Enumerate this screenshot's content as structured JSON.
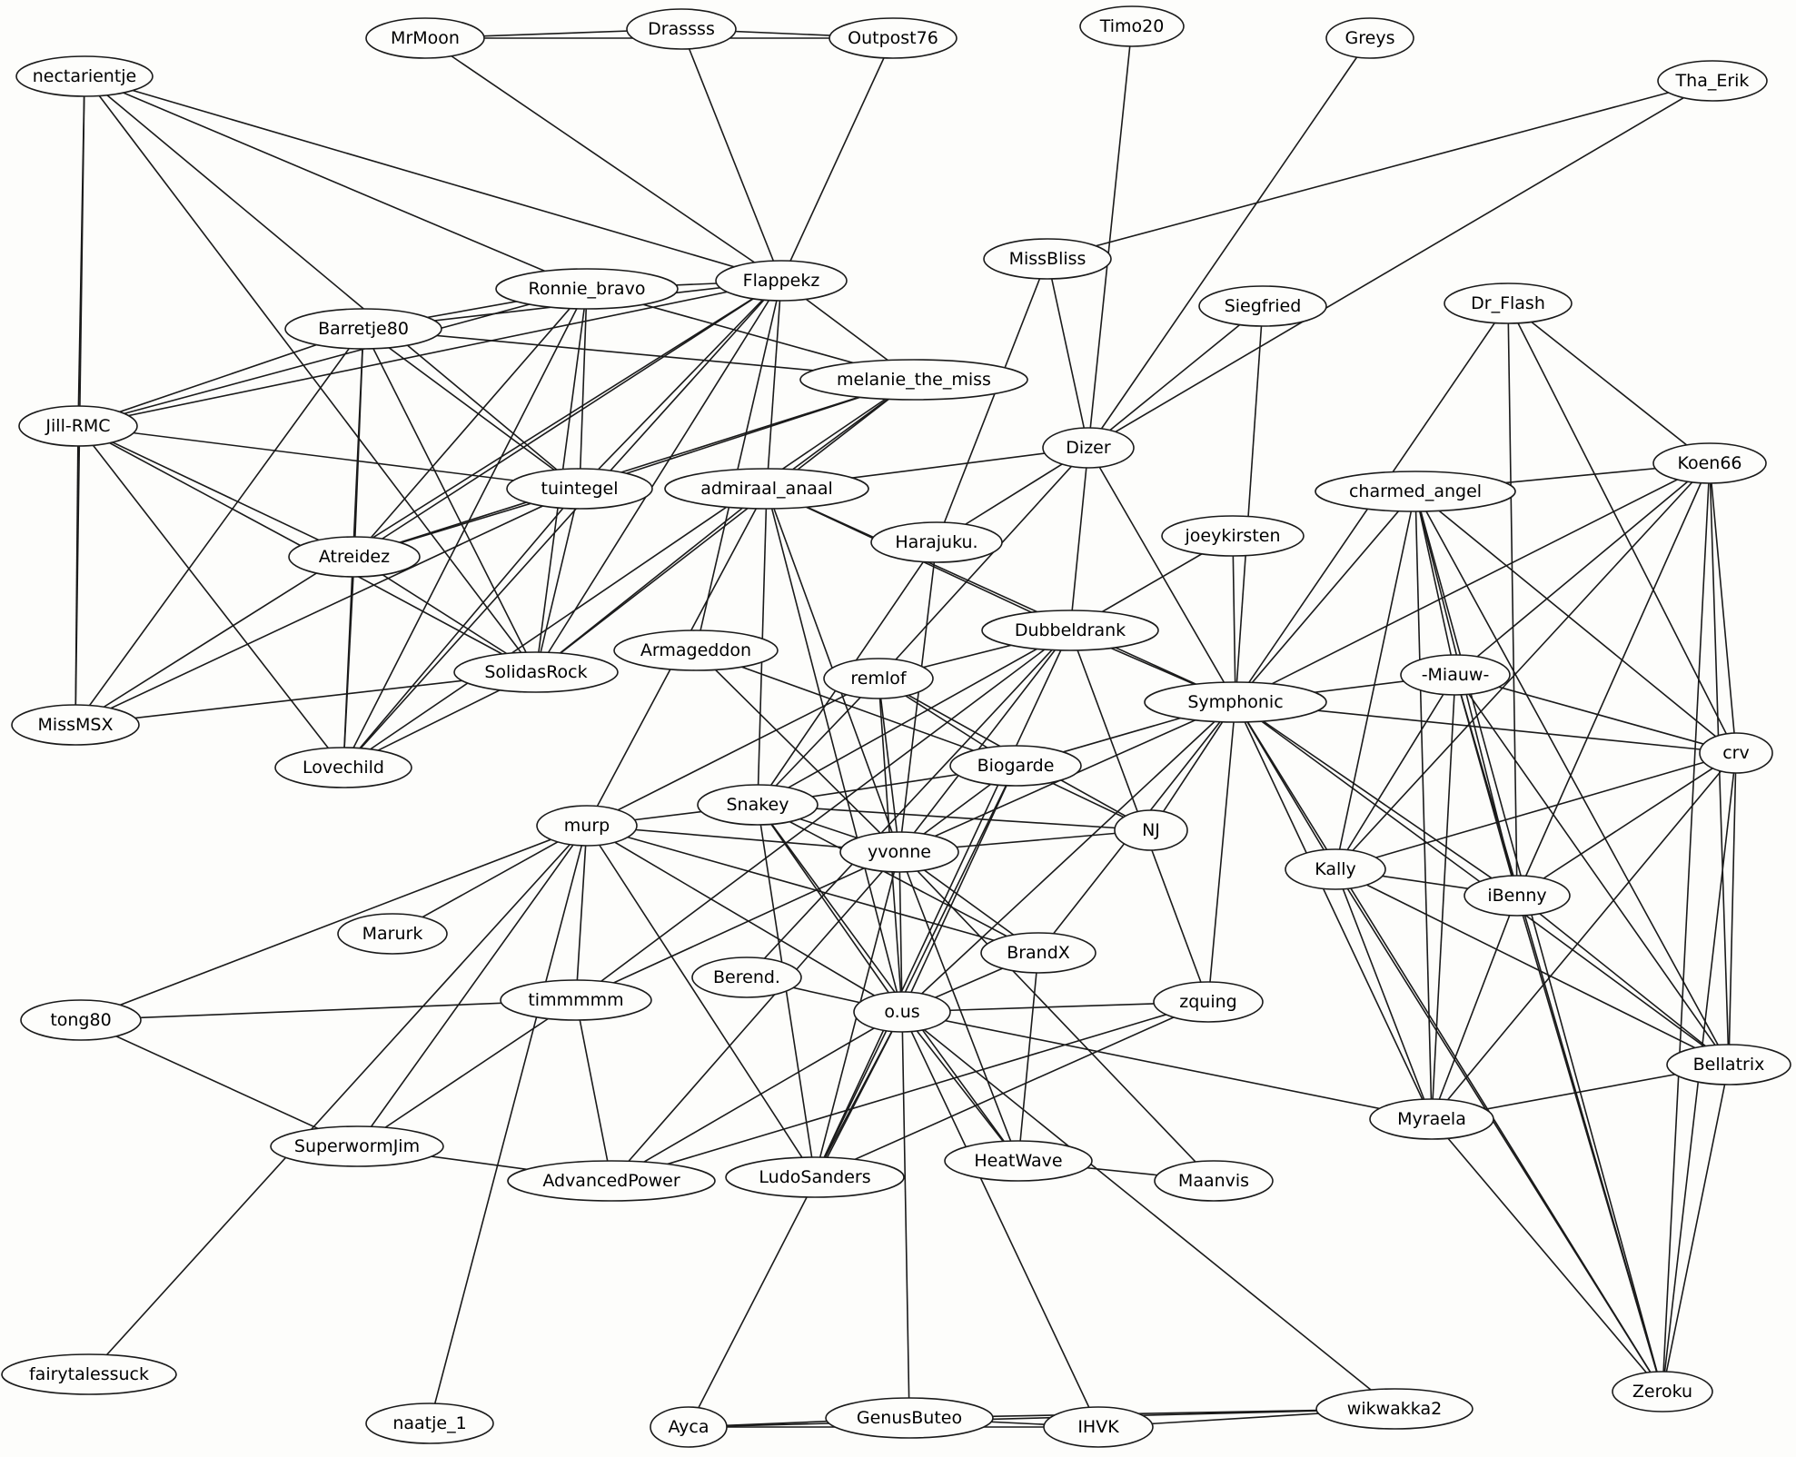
{
  "graph": {
    "type": "undirected-network",
    "nodes": [
      {
        "id": "nectarientje",
        "label": "nectarientje"
      },
      {
        "id": "MrMoon",
        "label": "MrMoon"
      },
      {
        "id": "Drassss",
        "label": "Drassss"
      },
      {
        "id": "Outpost76",
        "label": "Outpost76"
      },
      {
        "id": "Timo20",
        "label": "Timo20"
      },
      {
        "id": "Greys",
        "label": "Greys"
      },
      {
        "id": "Tha_Erik",
        "label": "Tha_Erik"
      },
      {
        "id": "MissBliss",
        "label": "MissBliss"
      },
      {
        "id": "Siegfried",
        "label": "Siegfried"
      },
      {
        "id": "Dr_Flash",
        "label": "Dr_Flash"
      },
      {
        "id": "Ronnie_bravo",
        "label": "Ronnie_bravo"
      },
      {
        "id": "Flappekz",
        "label": "Flappekz"
      },
      {
        "id": "Barretje80",
        "label": "Barretje80"
      },
      {
        "id": "melanie_the_miss",
        "label": "melanie_the_miss"
      },
      {
        "id": "Jill-RMC",
        "label": "Jill-RMC"
      },
      {
        "id": "Dizer",
        "label": "Dizer"
      },
      {
        "id": "Koen66",
        "label": "Koen66"
      },
      {
        "id": "tuintegel",
        "label": "tuintegel"
      },
      {
        "id": "admiraal_anaal",
        "label": "admiraal_anaal"
      },
      {
        "id": "charmed_angel",
        "label": "charmed_angel"
      },
      {
        "id": "Harajuku.",
        "label": "Harajuku."
      },
      {
        "id": "joeykirsten",
        "label": "joeykirsten"
      },
      {
        "id": "Atreidez",
        "label": "Atreidez"
      },
      {
        "id": "Dubbeldrank",
        "label": "Dubbeldrank"
      },
      {
        "id": "Armageddon",
        "label": "Armageddon"
      },
      {
        "id": "SolidasRock",
        "label": "SolidasRock"
      },
      {
        "id": "remlof",
        "label": "remlof"
      },
      {
        "id": "-Miauw-",
        "label": "-Miauw-"
      },
      {
        "id": "Symphonic",
        "label": "Symphonic"
      },
      {
        "id": "MissMSX",
        "label": "MissMSX"
      },
      {
        "id": "crv",
        "label": "crv"
      },
      {
        "id": "Lovechild",
        "label": "Lovechild"
      },
      {
        "id": "Biogarde",
        "label": "Biogarde"
      },
      {
        "id": "Snakey",
        "label": "Snakey"
      },
      {
        "id": "murp",
        "label": "murp"
      },
      {
        "id": "NJ",
        "label": "NJ"
      },
      {
        "id": "yvonne",
        "label": "yvonne"
      },
      {
        "id": "Kally",
        "label": "Kally"
      },
      {
        "id": "iBenny",
        "label": "iBenny"
      },
      {
        "id": "Marurk",
        "label": "Marurk"
      },
      {
        "id": "BrandX",
        "label": "BrandX"
      },
      {
        "id": "Berend.",
        "label": "Berend."
      },
      {
        "id": "timmmmm",
        "label": "timmmmm"
      },
      {
        "id": "zquing",
        "label": "zquing"
      },
      {
        "id": "tong80",
        "label": "tong80"
      },
      {
        "id": "o.us",
        "label": "o.us"
      },
      {
        "id": "Bellatrix",
        "label": "Bellatrix"
      },
      {
        "id": "Myraela",
        "label": "Myraela"
      },
      {
        "id": "SuperwormJim",
        "label": "SuperwormJim"
      },
      {
        "id": "AdvancedPower",
        "label": "AdvancedPower"
      },
      {
        "id": "LudoSanders",
        "label": "LudoSanders"
      },
      {
        "id": "HeatWave",
        "label": "HeatWave"
      },
      {
        "id": "Maanvis",
        "label": "Maanvis"
      },
      {
        "id": "fairytalessuck",
        "label": "fairytalessuck"
      },
      {
        "id": "Zeroku",
        "label": "Zeroku"
      },
      {
        "id": "naatje_1",
        "label": "naatje_1"
      },
      {
        "id": "Ayca",
        "label": "Ayca"
      },
      {
        "id": "GenusButeo",
        "label": "GenusButeo"
      },
      {
        "id": "IHVK",
        "label": "IHVK"
      },
      {
        "id": "wikwakka2",
        "label": "wikwakka2"
      }
    ],
    "edges": [
      [
        "MrMoon",
        "Drassss"
      ],
      [
        "Drassss",
        "Outpost76"
      ],
      [
        "MrMoon",
        "Outpost76"
      ],
      [
        "MrMoon",
        "Flappekz"
      ],
      [
        "Drassss",
        "Flappekz"
      ],
      [
        "Outpost76",
        "Flappekz"
      ],
      [
        "nectarientje",
        "Flappekz"
      ],
      [
        "nectarientje",
        "Ronnie_bravo"
      ],
      [
        "nectarientje",
        "Jill-RMC"
      ],
      [
        "nectarientje",
        "MissMSX"
      ],
      [
        "nectarientje",
        "SolidasRock"
      ],
      [
        "nectarientje",
        "tuintegel"
      ],
      [
        "Timo20",
        "Dizer"
      ],
      [
        "Greys",
        "Dizer"
      ],
      [
        "Tha_Erik",
        "MissBliss"
      ],
      [
        "Tha_Erik",
        "Dizer"
      ],
      [
        "MissBliss",
        "Dizer"
      ],
      [
        "MissBliss",
        "Harajuku."
      ],
      [
        "Siegfried",
        "Dizer"
      ],
      [
        "Siegfried",
        "Symphonic"
      ],
      [
        "Dr_Flash",
        "Koen66"
      ],
      [
        "Dr_Flash",
        "Symphonic"
      ],
      [
        "Dr_Flash",
        "iBenny"
      ],
      [
        "Dr_Flash",
        "crv"
      ],
      [
        "Ronnie_bravo",
        "Flappekz"
      ],
      [
        "Ronnie_bravo",
        "Barretje80"
      ],
      [
        "Ronnie_bravo",
        "melanie_the_miss"
      ],
      [
        "Ronnie_bravo",
        "tuintegel"
      ],
      [
        "Ronnie_bravo",
        "Atreidez"
      ],
      [
        "Ronnie_bravo",
        "SolidasRock"
      ],
      [
        "Ronnie_bravo",
        "Lovechild"
      ],
      [
        "Ronnie_bravo",
        "Jill-RMC"
      ],
      [
        "Flappekz",
        "Barretje80"
      ],
      [
        "Flappekz",
        "Jill-RMC"
      ],
      [
        "Flappekz",
        "melanie_the_miss"
      ],
      [
        "Flappekz",
        "admiraal_anaal"
      ],
      [
        "Flappekz",
        "tuintegel"
      ],
      [
        "Flappekz",
        "Atreidez"
      ],
      [
        "Flappekz",
        "SolidasRock"
      ],
      [
        "Flappekz",
        "Armageddon"
      ],
      [
        "Flappekz",
        "Lovechild"
      ],
      [
        "Flappekz",
        "MissMSX"
      ],
      [
        "Barretje80",
        "Jill-RMC"
      ],
      [
        "Barretje80",
        "melanie_the_miss"
      ],
      [
        "Barretje80",
        "tuintegel"
      ],
      [
        "Barretje80",
        "Atreidez"
      ],
      [
        "Barretje80",
        "SolidasRock"
      ],
      [
        "Barretje80",
        "Lovechild"
      ],
      [
        "Barretje80",
        "MissMSX"
      ],
      [
        "melanie_the_miss",
        "tuintegel"
      ],
      [
        "melanie_the_miss",
        "admiraal_anaal"
      ],
      [
        "melanie_the_miss",
        "Atreidez"
      ],
      [
        "melanie_the_miss",
        "SolidasRock"
      ],
      [
        "melanie_the_miss",
        "Lovechild"
      ],
      [
        "Jill-RMC",
        "tuintegel"
      ],
      [
        "Jill-RMC",
        "Atreidez"
      ],
      [
        "Jill-RMC",
        "SolidasRock"
      ],
      [
        "Jill-RMC",
        "Lovechild"
      ],
      [
        "Jill-RMC",
        "MissMSX"
      ],
      [
        "tuintegel",
        "Atreidez"
      ],
      [
        "tuintegel",
        "SolidasRock"
      ],
      [
        "tuintegel",
        "Lovechild"
      ],
      [
        "tuintegel",
        "MissMSX"
      ],
      [
        "Atreidez",
        "SolidasRock"
      ],
      [
        "Atreidez",
        "Lovechild"
      ],
      [
        "SolidasRock",
        "MissMSX"
      ],
      [
        "SolidasRock",
        "Lovechild"
      ],
      [
        "SolidasRock",
        "admiraal_anaal"
      ],
      [
        "Dizer",
        "admiraal_anaal"
      ],
      [
        "Dizer",
        "Harajuku."
      ],
      [
        "Dizer",
        "Dubbeldrank"
      ],
      [
        "Dizer",
        "remlof"
      ],
      [
        "Dizer",
        "Symphonic"
      ],
      [
        "Koen66",
        "charmed_angel"
      ],
      [
        "Koen66",
        "Symphonic"
      ],
      [
        "Koen66",
        "-Miauw-"
      ],
      [
        "Koen66",
        "crv"
      ],
      [
        "Koen66",
        "Kally"
      ],
      [
        "Koen66",
        "iBenny"
      ],
      [
        "Koen66",
        "Bellatrix"
      ],
      [
        "Koen66",
        "Zeroku"
      ],
      [
        "admiraal_anaal",
        "Dubbeldrank"
      ],
      [
        "admiraal_anaal",
        "Symphonic"
      ],
      [
        "admiraal_anaal",
        "murp"
      ],
      [
        "admiraal_anaal",
        "Snakey"
      ],
      [
        "admiraal_anaal",
        "yvonne"
      ],
      [
        "admiraal_anaal",
        "o.us"
      ],
      [
        "charmed_angel",
        "Symphonic"
      ],
      [
        "charmed_angel",
        "-Miauw-"
      ],
      [
        "charmed_angel",
        "crv"
      ],
      [
        "charmed_angel",
        "Kally"
      ],
      [
        "charmed_angel",
        "iBenny"
      ],
      [
        "charmed_angel",
        "Myraela"
      ],
      [
        "charmed_angel",
        "Bellatrix"
      ],
      [
        "charmed_angel",
        "Zeroku"
      ],
      [
        "Harajuku.",
        "Snakey"
      ],
      [
        "Harajuku.",
        "yvonne"
      ],
      [
        "joeykirsten",
        "Dubbeldrank"
      ],
      [
        "joeykirsten",
        "Symphonic"
      ],
      [
        "Dubbeldrank",
        "Symphonic"
      ],
      [
        "Dubbeldrank",
        "remlof"
      ],
      [
        "Dubbeldrank",
        "Snakey"
      ],
      [
        "Dubbeldrank",
        "yvonne"
      ],
      [
        "Dubbeldrank",
        "Berend."
      ],
      [
        "Dubbeldrank",
        "LudoSanders"
      ],
      [
        "Dubbeldrank",
        "zquing"
      ],
      [
        "Dubbeldrank",
        "timmmmm"
      ],
      [
        "Armageddon",
        "Biogarde"
      ],
      [
        "Armageddon",
        "yvonne"
      ],
      [
        "remlof",
        "murp"
      ],
      [
        "remlof",
        "Snakey"
      ],
      [
        "remlof",
        "yvonne"
      ],
      [
        "remlof",
        "NJ"
      ],
      [
        "remlof",
        "Biogarde"
      ],
      [
        "remlof",
        "o.us"
      ],
      [
        "-Miauw-",
        "Symphonic"
      ],
      [
        "-Miauw-",
        "crv"
      ],
      [
        "-Miauw-",
        "Kally"
      ],
      [
        "-Miauw-",
        "iBenny"
      ],
      [
        "-Miauw-",
        "Myraela"
      ],
      [
        "-Miauw-",
        "Bellatrix"
      ],
      [
        "-Miauw-",
        "Zeroku"
      ],
      [
        "Symphonic",
        "crv"
      ],
      [
        "Symphonic",
        "Biogarde"
      ],
      [
        "Symphonic",
        "yvonne"
      ],
      [
        "Symphonic",
        "NJ"
      ],
      [
        "Symphonic",
        "Kally"
      ],
      [
        "Symphonic",
        "iBenny"
      ],
      [
        "Symphonic",
        "BrandX"
      ],
      [
        "Symphonic",
        "zquing"
      ],
      [
        "Symphonic",
        "o.us"
      ],
      [
        "Symphonic",
        "Bellatrix"
      ],
      [
        "Symphonic",
        "Myraela"
      ],
      [
        "Symphonic",
        "Zeroku"
      ],
      [
        "crv",
        "Kally"
      ],
      [
        "crv",
        "iBenny"
      ],
      [
        "crv",
        "Myraela"
      ],
      [
        "crv",
        "Bellatrix"
      ],
      [
        "crv",
        "Zeroku"
      ],
      [
        "Biogarde",
        "Snakey"
      ],
      [
        "Biogarde",
        "yvonne"
      ],
      [
        "Biogarde",
        "NJ"
      ],
      [
        "Biogarde",
        "o.us"
      ],
      [
        "Biogarde",
        "LudoSanders"
      ],
      [
        "Snakey",
        "murp"
      ],
      [
        "Snakey",
        "yvonne"
      ],
      [
        "Snakey",
        "NJ"
      ],
      [
        "Snakey",
        "BrandX"
      ],
      [
        "Snakey",
        "o.us"
      ],
      [
        "Snakey",
        "LudoSanders"
      ],
      [
        "Snakey",
        "HeatWave"
      ],
      [
        "murp",
        "yvonne"
      ],
      [
        "murp",
        "Marurk"
      ],
      [
        "murp",
        "timmmmm"
      ],
      [
        "murp",
        "tong80"
      ],
      [
        "murp",
        "SuperwormJim"
      ],
      [
        "murp",
        "BrandX"
      ],
      [
        "murp",
        "o.us"
      ],
      [
        "murp",
        "LudoSanders"
      ],
      [
        "murp",
        "fairytalessuck"
      ],
      [
        "murp",
        "naatje_1"
      ],
      [
        "NJ",
        "yvonne"
      ],
      [
        "yvonne",
        "BrandX"
      ],
      [
        "yvonne",
        "timmmmm"
      ],
      [
        "yvonne",
        "o.us"
      ],
      [
        "yvonne",
        "AdvancedPower"
      ],
      [
        "yvonne",
        "LudoSanders"
      ],
      [
        "yvonne",
        "HeatWave"
      ],
      [
        "yvonne",
        "Maanvis"
      ],
      [
        "Kally",
        "iBenny"
      ],
      [
        "Kally",
        "Myraela"
      ],
      [
        "Kally",
        "Bellatrix"
      ],
      [
        "Kally",
        "Zeroku"
      ],
      [
        "iBenny",
        "Myraela"
      ],
      [
        "iBenny",
        "Bellatrix"
      ],
      [
        "iBenny",
        "Zeroku"
      ],
      [
        "BrandX",
        "o.us"
      ],
      [
        "BrandX",
        "HeatWave"
      ],
      [
        "Berend.",
        "o.us"
      ],
      [
        "timmmmm",
        "tong80"
      ],
      [
        "timmmmm",
        "SuperwormJim"
      ],
      [
        "timmmmm",
        "AdvancedPower"
      ],
      [
        "zquing",
        "o.us"
      ],
      [
        "zquing",
        "AdvancedPower"
      ],
      [
        "zquing",
        "LudoSanders"
      ],
      [
        "tong80",
        "SuperwormJim"
      ],
      [
        "o.us",
        "AdvancedPower"
      ],
      [
        "o.us",
        "LudoSanders"
      ],
      [
        "o.us",
        "HeatWave"
      ],
      [
        "o.us",
        "Myraela"
      ],
      [
        "o.us",
        "Ayca"
      ],
      [
        "o.us",
        "GenusButeo"
      ],
      [
        "o.us",
        "IHVK"
      ],
      [
        "o.us",
        "wikwakka2"
      ],
      [
        "Bellatrix",
        "Myraela"
      ],
      [
        "Bellatrix",
        "Zeroku"
      ],
      [
        "Myraela",
        "Zeroku"
      ],
      [
        "SuperwormJim",
        "AdvancedPower"
      ],
      [
        "HeatWave",
        "Maanvis"
      ],
      [
        "Ayca",
        "GenusButeo"
      ],
      [
        "Ayca",
        "IHVK"
      ],
      [
        "Ayca",
        "wikwakka2"
      ],
      [
        "GenusButeo",
        "IHVK"
      ],
      [
        "GenusButeo",
        "wikwakka2"
      ],
      [
        "IHVK",
        "wikwakka2"
      ]
    ]
  }
}
